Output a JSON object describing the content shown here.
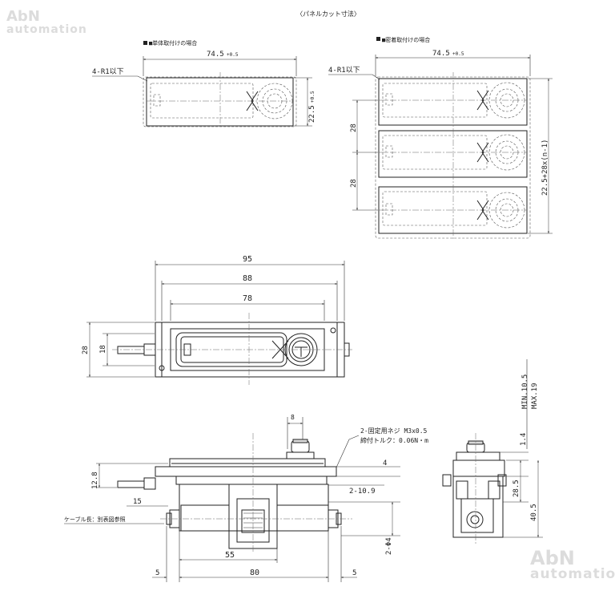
{
  "watermark": {
    "line1": "AbN",
    "line2": "automation"
  },
  "panel_cut_title": "〈パネルカット寸法〉",
  "single_mount": {
    "label": "■単体取付けの場合",
    "width": "74.5",
    "width_tol": "+0.5",
    "height": "22.5",
    "height_tol": "+0.5",
    "radius": "4-R1以下"
  },
  "close_mount": {
    "label": "■密着取付けの場合",
    "width": "74.5",
    "width_tol": "+0.5",
    "pitch1": "28",
    "pitch2": "28",
    "total": "22.5+28x(n-1)",
    "radius": "4-R1以下"
  },
  "top_view": {
    "d95": "95",
    "d88": "88",
    "d78": "78",
    "d28": "28",
    "d18": "18"
  },
  "side_view": {
    "d8": "8",
    "d12_8": "12.8",
    "d15": "15",
    "d4": "4",
    "d2_10_9": "2-10.9",
    "d2_phi4": "2-Φ4",
    "d55": "55",
    "d80": "80",
    "d5_left": "5",
    "d5_right": "5",
    "screw_note_1": "2-固定用ネジ M3x0.5",
    "screw_note_2": "締付トルク：0.06N・m",
    "cable_note": "ケーブル長：別表図参照"
  },
  "end_view": {
    "d1_4": "1.4",
    "d28_5": "28.5",
    "d40_5": "40.5",
    "min": "MIN.10.5",
    "max": "MAX.19"
  }
}
